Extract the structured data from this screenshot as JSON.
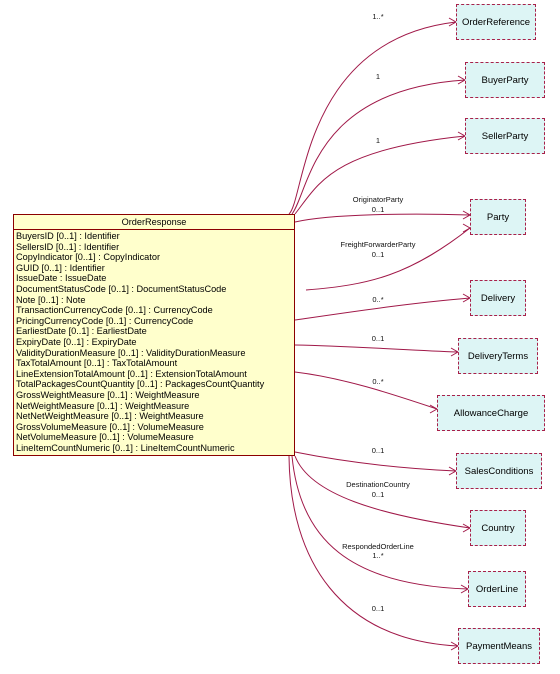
{
  "main_class": {
    "name": "OrderResponse",
    "attributes": [
      "BuyersID [0..1] : Identifier",
      "SellersID [0..1] : Identifier",
      "CopyIndicator [0..1] : CopyIndicator",
      "GUID [0..1] : Identifier",
      "IssueDate : IssueDate",
      "DocumentStatusCode [0..1] : DocumentStatusCode",
      "Note [0..1] : Note",
      "TransactionCurrencyCode [0..1] : CurrencyCode",
      "PricingCurrencyCode [0..1] : CurrencyCode",
      "EarliestDate [0..1] : EarliestDate",
      "ExpiryDate [0..1] : ExpiryDate",
      "ValidityDurationMeasure [0..1] : ValidityDurationMeasure",
      "TaxTotalAmount [0..1] : TaxTotalAmount",
      "LineExtensionTotalAmount [0..1] : ExtensionTotalAmount",
      "TotalPackagesCountQuantity [0..1] : PackagesCountQuantity",
      "GrossWeightMeasure [0..1] : WeightMeasure",
      "NetWeightMeasure [0..1] : WeightMeasure",
      "NetNetWeightMeasure [0..1] : WeightMeasure",
      "GrossVolumeMeasure [0..1] : VolumeMeasure",
      "NetVolumeMeasure [0..1] : VolumeMeasure",
      "LineItemCountNumeric [0..1] : LineItemCountNumeric"
    ]
  },
  "targets": [
    "OrderReference",
    "BuyerParty",
    "SellerParty",
    "Party",
    "Delivery",
    "DeliveryTerms",
    "AllowanceCharge",
    "SalesConditions",
    "Country",
    "OrderLine",
    "PaymentMeans"
  ],
  "associations": [
    {
      "target": "OrderReference",
      "role": "",
      "multiplicity": "1..*"
    },
    {
      "target": "BuyerParty",
      "role": "",
      "multiplicity": "1"
    },
    {
      "target": "SellerParty",
      "role": "",
      "multiplicity": "1"
    },
    {
      "target": "Party",
      "role": "OriginatorParty",
      "multiplicity": "0..1"
    },
    {
      "target": "Party",
      "role": "FreightForwarderParty",
      "multiplicity": "0..1"
    },
    {
      "target": "Delivery",
      "role": "",
      "multiplicity": "0..*"
    },
    {
      "target": "DeliveryTerms",
      "role": "",
      "multiplicity": "0..1"
    },
    {
      "target": "AllowanceCharge",
      "role": "",
      "multiplicity": "0..*"
    },
    {
      "target": "SalesConditions",
      "role": "",
      "multiplicity": "0..1"
    },
    {
      "target": "Country",
      "role": "DestinationCountry",
      "multiplicity": "0..1"
    },
    {
      "target": "OrderLine",
      "role": "RespondedOrderLine",
      "multiplicity": "1..*"
    },
    {
      "target": "PaymentMeans",
      "role": "",
      "multiplicity": "0..1"
    }
  ],
  "colors": {
    "line": "#a01848",
    "main_fill": "#ffffcc",
    "main_border": "#8b0000",
    "target_fill": "#ddf5f5",
    "target_border": "#a8204a"
  }
}
